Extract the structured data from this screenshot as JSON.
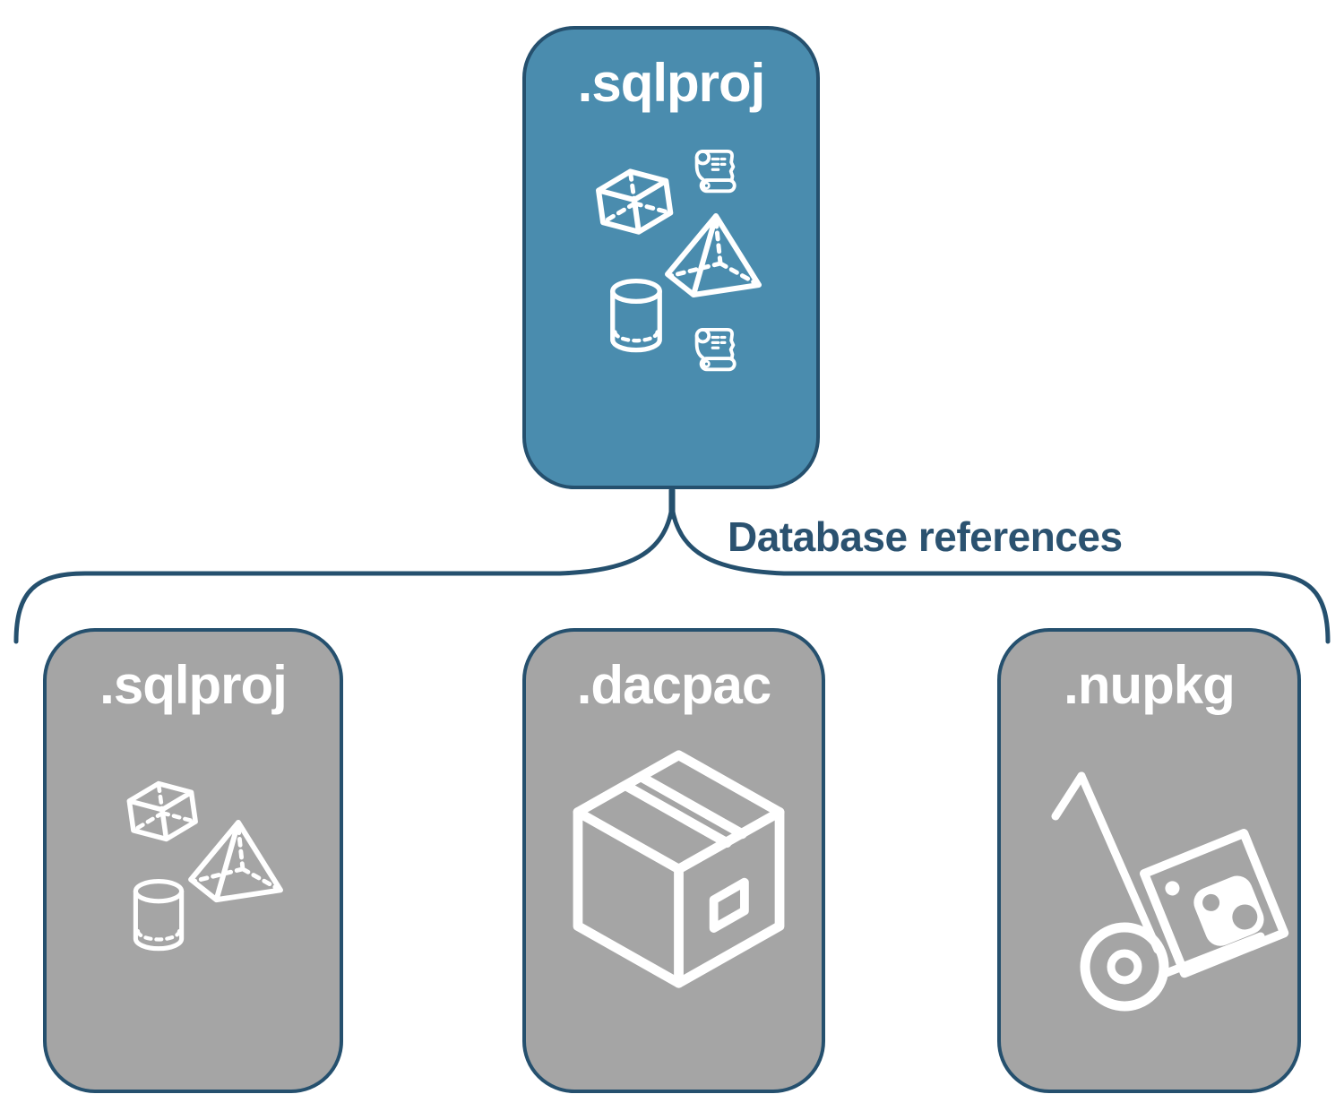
{
  "colors": {
    "background": "#ffffff",
    "root_fill": "#4a8cae",
    "child_fill": "#a5a5a5",
    "node_border": "#25506e",
    "connector": "#25506e",
    "node_label": "#ffffff",
    "connector_label_color": "#2b5270",
    "icon_stroke": "#ffffff"
  },
  "connector": {
    "label": "Database references"
  },
  "root": {
    "label": ".sqlproj",
    "icons": [
      "cube-icon",
      "script-scroll-icon",
      "pyramid-icon",
      "cylinder-icon",
      "script-scroll-icon"
    ]
  },
  "children": [
    {
      "label": ".sqlproj",
      "icons": [
        "cube-icon",
        "pyramid-icon",
        "cylinder-icon"
      ]
    },
    {
      "label": ".dacpac",
      "icons": [
        "package-box-icon"
      ]
    },
    {
      "label": ".nupkg",
      "icons": [
        "nuget-hand-truck-icon"
      ]
    }
  ]
}
